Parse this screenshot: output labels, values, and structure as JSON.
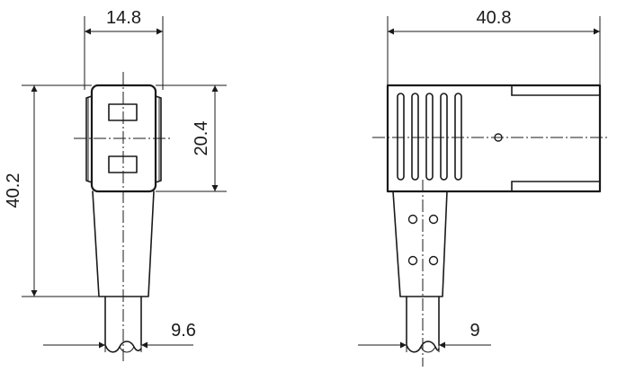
{
  "dimensions": {
    "front_width": "14.8",
    "front_height": "40.2",
    "front_body_height": "20.4",
    "front_cable_diameter": "9.6",
    "side_length": "40.8",
    "side_cable_diameter": "9"
  },
  "colors": {
    "line": "#1a1a1a",
    "background": "#ffffff"
  }
}
